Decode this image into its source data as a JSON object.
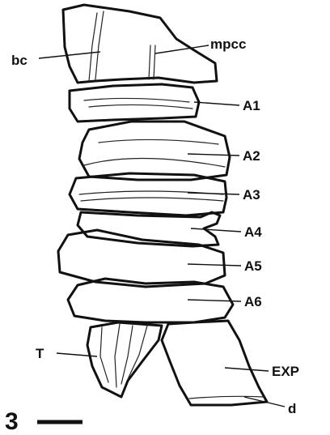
{
  "figure": {
    "number": "3",
    "labels": {
      "bc": "bc",
      "mpcc": "mpcc",
      "A1": "A1",
      "A2": "A2",
      "A3": "A3",
      "A4": "A4",
      "A5": "A5",
      "A6": "A6",
      "T": "T",
      "EXP": "EXP",
      "d": "d"
    }
  }
}
